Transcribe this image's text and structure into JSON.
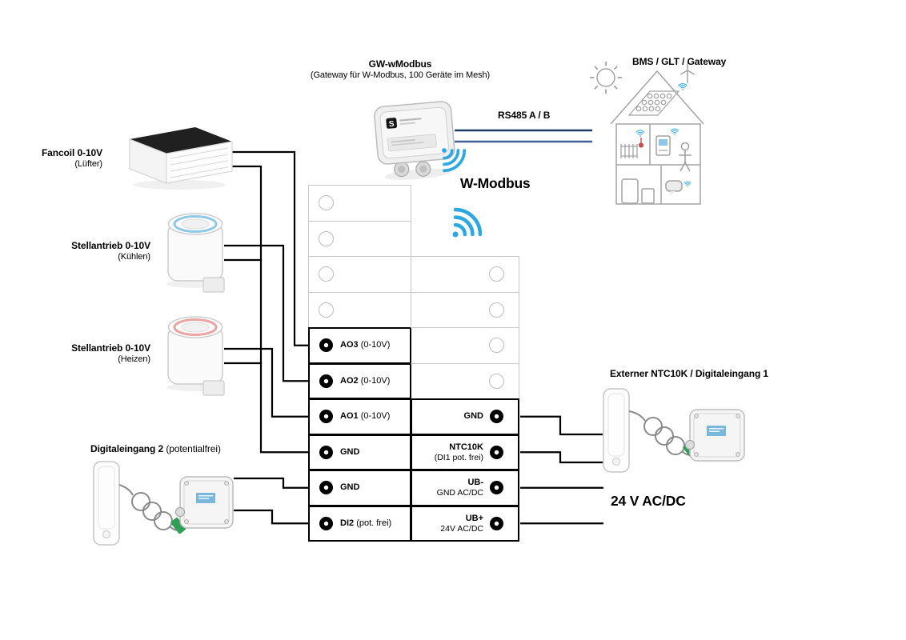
{
  "colors": {
    "wifi": "#2da9e1",
    "rs485_a": "#1e3a66",
    "rs485_b": "#3f5f96",
    "wire": "#000000",
    "connector_green": "#2f9e57",
    "cool_ring": "#8fc9e9",
    "heat_ring": "#eba3a3",
    "label_blue": "#79b7dd"
  },
  "header": {
    "gateway_title": "GW-wModbus",
    "gateway_subtitle": "(Gateway für W-Modbus, 100 Geräte im Mesh)",
    "gateway_logo": "S",
    "bms_label": "BMS / GLT / Gateway",
    "rs485_label": "RS485 A / B",
    "wmodbus_label": "W-Modbus"
  },
  "left_devices": {
    "fancoil": {
      "title": "Fancoil 0-10V",
      "subtitle": "(Lüfter)"
    },
    "actuator_cool": {
      "title": "Stellantrieb 0-10V",
      "subtitle": "(Kühlen)"
    },
    "actuator_heat": {
      "title": "Stellantrieb 0-10V",
      "subtitle": "(Heizen)"
    },
    "digital_input2": {
      "title": "Digitaleingang 2",
      "subtitle": "(potentialfrei)"
    }
  },
  "right_devices": {
    "ntc_title": "Externer NTC10K / Digitaleingang 1",
    "power_label": "24 V AC/DC"
  },
  "terminals": {
    "left": [
      {
        "bold": "",
        "rest": ""
      },
      {
        "bold": "",
        "rest": ""
      },
      {
        "bold": "",
        "rest": ""
      },
      {
        "bold": "",
        "rest": ""
      },
      {
        "bold": "AO3",
        "rest": "(0-10V)"
      },
      {
        "bold": "AO2",
        "rest": "(0-10V)"
      },
      {
        "bold": "AO1",
        "rest": "(0-10V)"
      },
      {
        "bold": "GND",
        "rest": ""
      },
      {
        "bold": "GND",
        "rest": ""
      },
      {
        "bold": "DI2",
        "rest": "(pot. frei)"
      }
    ],
    "right": [
      {
        "line1": "GND",
        "line2": ""
      },
      {
        "line1": "NTC10K",
        "line2": "(DI1 pot. frei)"
      },
      {
        "line1": "UB-",
        "line2": "GND AC/DC"
      },
      {
        "line1": "UB+",
        "line2": "24V AC/DC"
      }
    ]
  }
}
